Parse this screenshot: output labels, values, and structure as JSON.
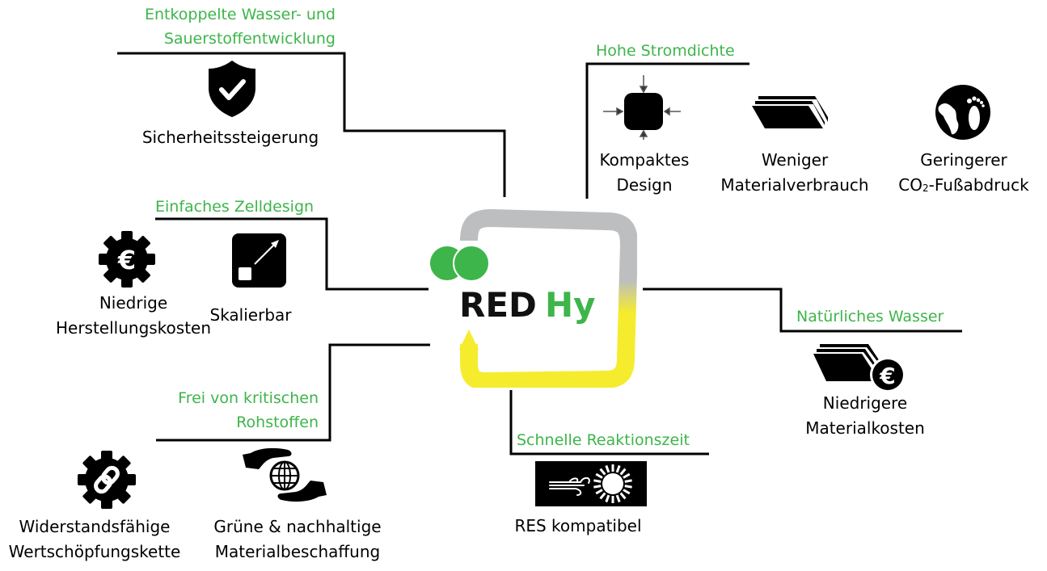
{
  "center": {
    "logo_part1": "RED",
    "logo_part2": "Hy",
    "colors": {
      "green": "#3db54a",
      "gray": "#bcbec0",
      "yellow": "#f5ec2e",
      "black": "#111111"
    }
  },
  "branches": [
    {
      "heading_lines": [
        "Entkoppelte Wasser- und",
        "Sauerstoffentwicklung"
      ],
      "items": [
        {
          "icon": "shield-check-icon",
          "label_lines": [
            "Sicherheitssteigerung"
          ]
        }
      ]
    },
    {
      "heading_lines": [
        "Hohe Stromdichte"
      ],
      "items": [
        {
          "icon": "compact-box-icon",
          "label_lines": [
            "Kompaktes",
            "Design"
          ]
        },
        {
          "icon": "material-sheets-icon",
          "label_lines": [
            "Weniger",
            "Materialverbrauch"
          ]
        },
        {
          "icon": "globe-footprint-icon",
          "label_lines": [
            "Geringerer",
            "CO",
            "2",
            "-Fußabdruck"
          ]
        }
      ]
    },
    {
      "heading_lines": [
        "Einfaches Zelldesign"
      ],
      "items": [
        {
          "icon": "gear-euro-icon",
          "label_lines": [
            "Niedrige",
            "Herstellungskosten"
          ]
        },
        {
          "icon": "scale-up-icon",
          "label_lines": [
            "Skalierbar"
          ]
        }
      ]
    },
    {
      "heading_lines": [
        "Natürliches Wasser"
      ],
      "items": [
        {
          "icon": "sheets-euro-icon",
          "label_lines": [
            "Niedrigere",
            "Materialkosten"
          ]
        }
      ]
    },
    {
      "heading_lines": [
        "Frei von kritischen",
        "Rohstoffen"
      ],
      "items": [
        {
          "icon": "gear-chain-icon",
          "label_lines": [
            "Widerstandsfähige",
            "Wertschöpfungskette"
          ]
        },
        {
          "icon": "hands-globe-icon",
          "label_lines": [
            "Grüne & nachhaltige",
            "Materialbeschaffung"
          ]
        }
      ]
    },
    {
      "heading_lines": [
        "Schnelle Reaktionszeit"
      ],
      "items": [
        {
          "icon": "wind-sun-icon",
          "label_lines": [
            "RES kompatibel"
          ]
        }
      ]
    }
  ]
}
